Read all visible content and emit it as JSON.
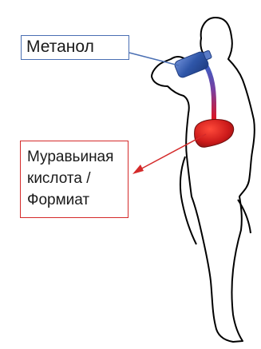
{
  "labels": {
    "methanol": "Метанол",
    "acid_lines": [
      "Муравьиная",
      "кислота /",
      "Формиат"
    ]
  },
  "colors": {
    "methanol_box_border": "#4a6fb3",
    "acid_box_border": "#d42a2a",
    "silhouette_outline": "#000000",
    "bottle": "#2f56a8",
    "tube_top": "#3b5fc4",
    "tube_bottom": "#e0141e",
    "liver": "#cc1a1a",
    "arrow": "#d42a2a"
  },
  "icons": [
    "human-silhouette",
    "bottle-icon",
    "digestive-tube",
    "liver-organ",
    "arrow"
  ]
}
